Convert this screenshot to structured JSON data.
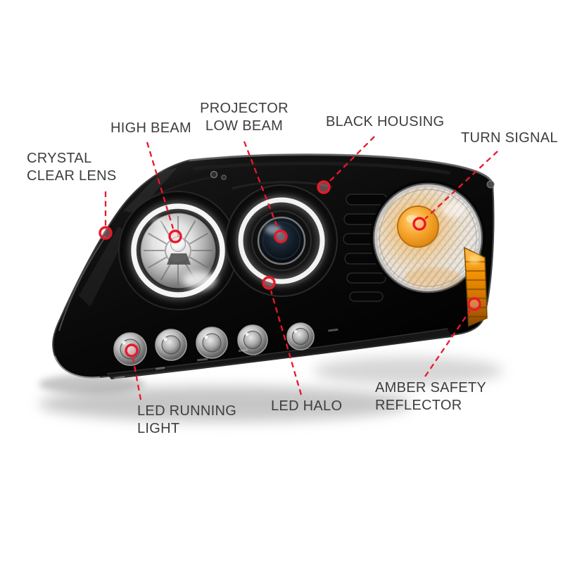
{
  "figure": {
    "type": "annotated-product-diagram",
    "subject": "projector-headlight-assembly",
    "background": "#ffffff"
  },
  "colors": {
    "callout_red": "#e8192c",
    "label_text": "#3e3e3e",
    "housing_black": "#0d0d0d",
    "halo_white": "#f5f5f5",
    "amber": "#f29100"
  },
  "callouts": [
    {
      "id": "crystal-clear-lens",
      "text": "CRYSTAL\nCLEAR LENS"
    },
    {
      "id": "high-beam",
      "text": "HIGH BEAM"
    },
    {
      "id": "projector-low-beam",
      "text": "PROJECTOR\nLOW BEAM"
    },
    {
      "id": "black-housing",
      "text": "BLACK HOUSING"
    },
    {
      "id": "turn-signal",
      "text": "TURN SIGNAL"
    },
    {
      "id": "led-running-light",
      "text": "LED RUNNING\nLIGHT"
    },
    {
      "id": "led-halo",
      "text": "LED HALO"
    },
    {
      "id": "amber-safety-reflector",
      "text": "AMBER SAFETY\nREFLECTOR"
    }
  ]
}
